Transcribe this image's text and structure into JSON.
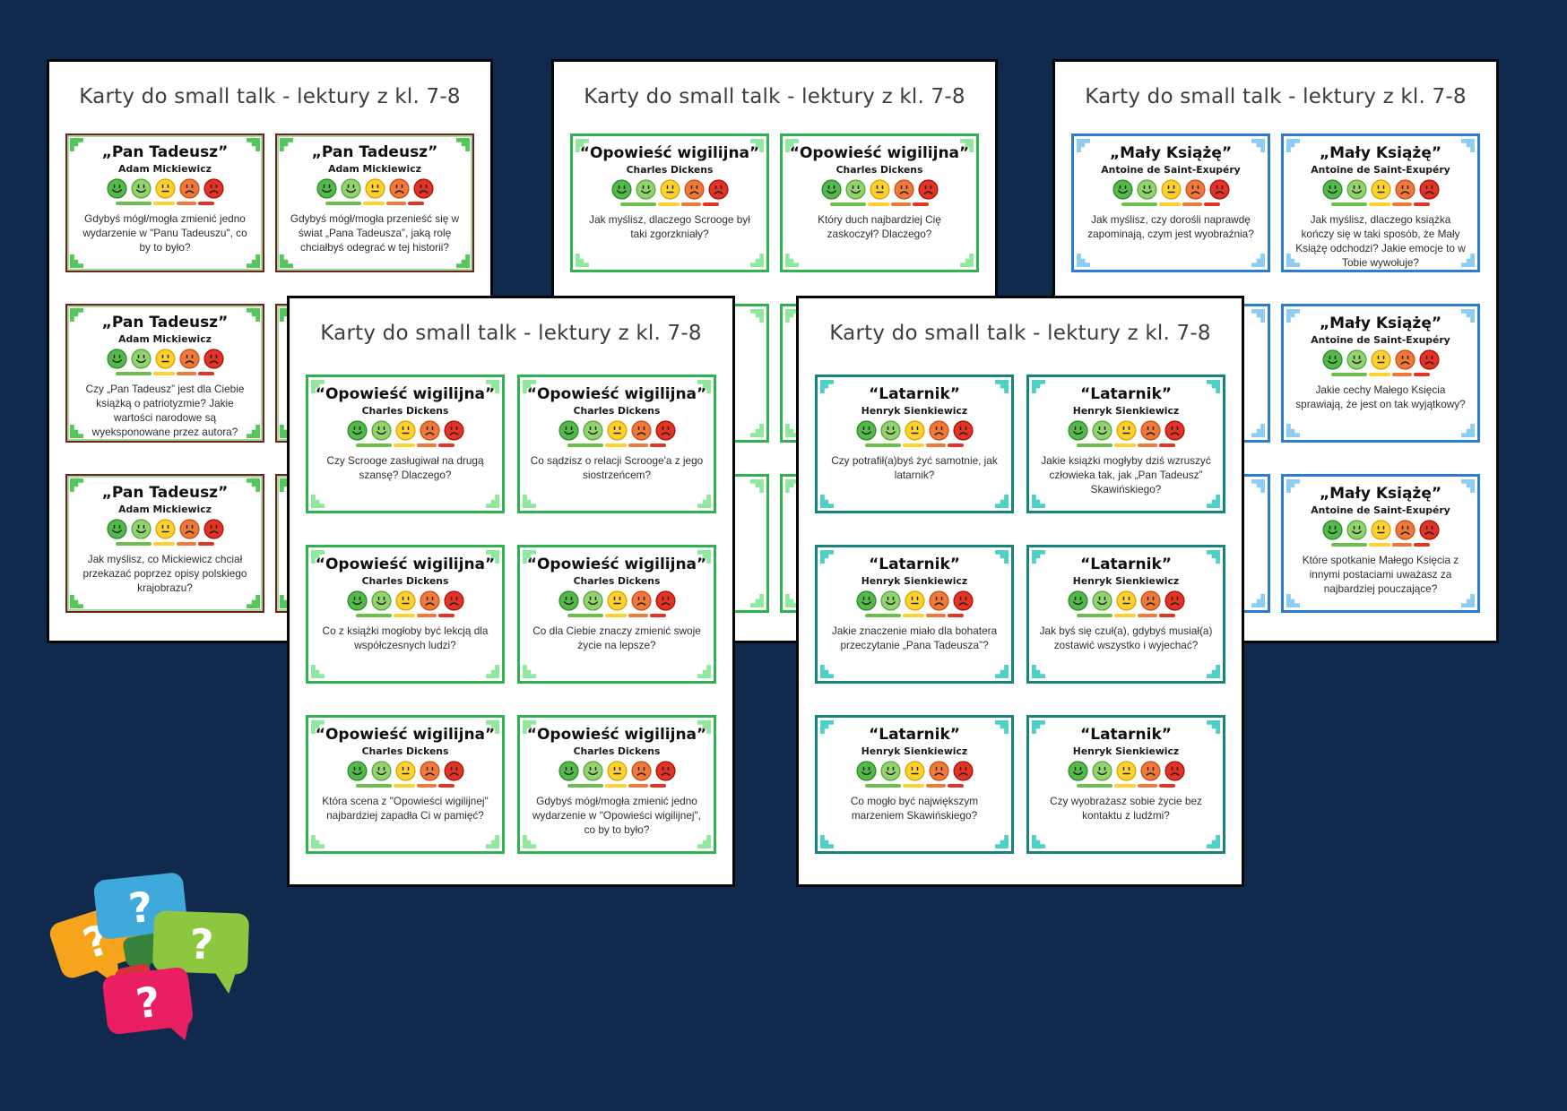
{
  "page_title": "Karty do small talk - lektury z kl. 7-8",
  "emoji_scale": {
    "faces": [
      {
        "color": "#53b948",
        "ring": "#2e8b2e",
        "mood": "happy"
      },
      {
        "color": "#92d36e",
        "ring": "#5aa83e",
        "mood": "happy"
      },
      {
        "color": "#ffd12e",
        "ring": "#d9a400",
        "mood": "neutral"
      },
      {
        "color": "#f0793a",
        "ring": "#c74f17",
        "mood": "sad"
      },
      {
        "color": "#e23325",
        "ring": "#a81407",
        "mood": "sad"
      }
    ],
    "bar_segments": [
      {
        "color": "#6abf4b",
        "width": 40
      },
      {
        "color": "#ffd12e",
        "width": 24
      },
      {
        "color": "#f0793a",
        "width": 22
      },
      {
        "color": "#e23325",
        "width": 18
      }
    ]
  },
  "pages": [
    {
      "id": "pan-tadeusz",
      "book_title": "„Pan Tadeusz”",
      "author": "Adam Mickiewicz",
      "theme": {
        "border": "#6e2418",
        "border_width": 2,
        "corner": "#57c45c",
        "inner_line": "#9fd9a0"
      },
      "cards": [
        {
          "question": "Gdybyś mógł/mogła zmienić jedno wydarzenie w \"Panu Tadeuszu\", co by to było?"
        },
        {
          "question": "Gdybyś mógł/mogła przenieść się w świat „Pana Tadeusza”, jaką rolę chciałbyś odegrać w tej historii?"
        },
        {
          "question": "Czy „Pan Tadeusz” jest dla Ciebie książką o patriotyzmie? Jakie wartości narodowe są wyeksponowane przez autora?"
        },
        null,
        {
          "question": "Jak myślisz, co Mickiewicz chciał przekazać poprzez opisy polskiego krajobrazu?"
        },
        null
      ]
    },
    {
      "id": "opowiesc-wigilijna-back",
      "book_title": "“Opowieść wigilijna”",
      "author": "Charles Dickens",
      "theme": {
        "border": "#2fb350",
        "border_width": 3,
        "corner": "#8fe89c",
        "inner_line": null
      },
      "cards": [
        {
          "question": "Jak myślisz, dlaczego Scrooge był taki zgorzkniały?"
        },
        {
          "question": "Który duch najbardziej Cię zaskoczył? Dlaczego?"
        },
        null,
        null,
        null,
        null
      ]
    },
    {
      "id": "maly-ksiaze",
      "book_title": "„Mały Książę”",
      "author": "Antoine de Saint-Exupéry",
      "theme": {
        "border": "#2d7dd2",
        "border_width": 3,
        "corner": "#8ecdf2",
        "inner_line": null
      },
      "cards": [
        {
          "question": "Jak myślisz, czy dorośli naprawdę zapominają, czym jest wyobraźnia?"
        },
        {
          "question": "Jak myślisz, dlaczego książka kończy się w taki sposób, że Mały Książę odchodzi? Jakie emocje to w Tobie wywołuje?"
        },
        null,
        {
          "question": "Jakie cechy Małego Księcia sprawiają, że jest on tak wyjątkowy?"
        },
        null,
        {
          "question": "Które spotkanie Małego Księcia z innymi postaciami uważasz za najbardziej pouczające?"
        }
      ]
    },
    {
      "id": "opowiesc-wigilijna-front",
      "book_title": "“Opowieść wigilijna”",
      "author": "Charles Dickens",
      "theme": {
        "border": "#2fb350",
        "border_width": 3,
        "corner": "#8fe89c",
        "inner_line": null
      },
      "cards": [
        {
          "question": "Czy Scrooge zasługiwał na drugą szansę? Dlaczego?"
        },
        {
          "question": "Co sądzisz o relacji Scrooge'a z jego siostrzeńcem?"
        },
        {
          "question": "Co z książki mogłoby być lekcją dla współczesnych ludzi?"
        },
        {
          "question": "Co dla Ciebie znaczy zmienić swoje życie na lepsze?"
        },
        {
          "question": "Która scena z \"Opowieści wigilijnej\" najbardziej zapadła Ci w pamięć?"
        },
        {
          "question": "Gdybyś mógł/mogła zmienić jedno wydarzenie w \"Opowieści wigilijnej\", co by to było?"
        }
      ]
    },
    {
      "id": "latarnik",
      "book_title": "“Latarnik”",
      "author": "Henryk Sienkiewicz",
      "theme": {
        "border": "#17837d",
        "border_width": 3,
        "corner": "#4fd0c6",
        "inner_line": null
      },
      "cards": [
        {
          "question": "Czy potrafił(a)byś żyć samotnie, jak latarnik?"
        },
        {
          "question": "Jakie książki mogłyby dziś wzruszyć człowieka tak, jak „Pan Tadeusz” Skawińskiego?"
        },
        {
          "question": "Jakie znaczenie miało dla bohatera przeczytanie „Pana Tadeusza”?"
        },
        {
          "question": "Jak byś się czuł(a), gdybyś musiał(a) zostawić wszystko i wyjechać?"
        },
        {
          "question": "Co mogło być największym marzeniem Skawińskiego?"
        },
        {
          "question": "Czy wyobrażasz sobie życie bez kontaktu z ludźmi?"
        }
      ]
    }
  ],
  "logo": {
    "question_mark": "?",
    "colors": {
      "orange": "#f7a41d",
      "blue": "#3fa9dc",
      "green": "#8dc63f",
      "dark_green": "#37823b",
      "pink": "#e91e63",
      "red": "#d6323a",
      "question_mark_color": "#ffffff"
    }
  }
}
